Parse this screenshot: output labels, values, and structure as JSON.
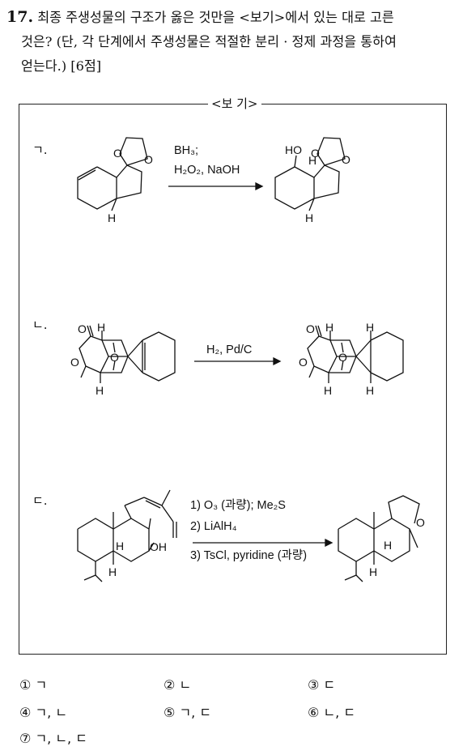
{
  "question": {
    "number": "17.",
    "line1": "최종 주생성물의 구조가 옳은 것만을 <보기>에서 있는 대로 고른",
    "line2": "것은? (단, 각 단계에서 주생성물은 적절한 분리 · 정제 과정을 통하여",
    "line3": "얻는다.) [6점]"
  },
  "box": {
    "title": "<보 기>"
  },
  "items": [
    {
      "label": "ㄱ.",
      "reagent1": "BH₃;",
      "reagent2": "H₂O₂, NaOH"
    },
    {
      "label": "ㄴ.",
      "reagent1": "H₂, Pd/C"
    },
    {
      "label": "ㄷ.",
      "reagent1": "1) O₃ (과량); Me₂S",
      "reagent2": "2) LiAlH₄",
      "reagent3": "3) TsCl, pyridine (과량)"
    }
  ],
  "atoms": {
    "O": "O",
    "H": "H",
    "HO": "HO",
    "OH": "OH"
  },
  "choices": [
    {
      "num": "①",
      "text": "ㄱ"
    },
    {
      "num": "②",
      "text": "ㄴ"
    },
    {
      "num": "③",
      "text": "ㄷ"
    },
    {
      "num": "④",
      "text": "ㄱ, ㄴ"
    },
    {
      "num": "⑤",
      "text": "ㄱ, ㄷ"
    },
    {
      "num": "⑥",
      "text": "ㄴ, ㄷ"
    },
    {
      "num": "⑦",
      "text": "ㄱ, ㄴ, ㄷ"
    }
  ]
}
